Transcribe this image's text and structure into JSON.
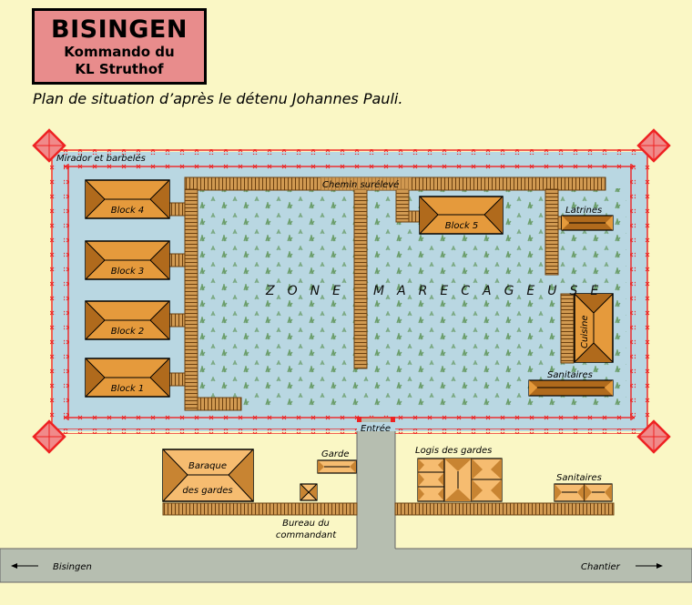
{
  "header": {
    "title": "BISINGEN",
    "subtitle_line1": "Kommando du",
    "subtitle_line2": "KL Struthof",
    "caption": "Plan de situation d’après le détenu Johannes Pauli."
  },
  "camp": {
    "fence_label": "Mirador et barbelés",
    "path_label": "Chemin surélevé",
    "zone_word1": "ZONE",
    "zone_word2": "MARECAGEUSE",
    "entrance_label": "Entrée",
    "buildings": {
      "block4": "Block 4",
      "block3": "Block 3",
      "block2": "Block 2",
      "block1": "Block 1",
      "block5": "Block 5",
      "latrines": "Latrines",
      "cuisine": "Cuisine",
      "sanitaires": "Sanitaires"
    }
  },
  "outside": {
    "baraque_line1": "Baraque",
    "baraque_line2": "des gardes",
    "garde": "Garde",
    "bureau_line1": "Bureau du",
    "bureau_line2": "commandant",
    "logis": "Logis des gardes",
    "sanitaires": "Sanitaires"
  },
  "road": {
    "left_label": "Bisingen",
    "right_label": "Chantier",
    "left_arrow": "←",
    "right_arrow": "→"
  },
  "colors": {
    "background": "#faf7c5",
    "title_box": "#e88c8c",
    "camp_ground": "#b9d7e2",
    "fence": "#ee2222",
    "roof_light": "#e59a3c",
    "roof_dark": "#b06a1c",
    "road": "#b6beb0",
    "boardwalk": "#c98c3c"
  }
}
